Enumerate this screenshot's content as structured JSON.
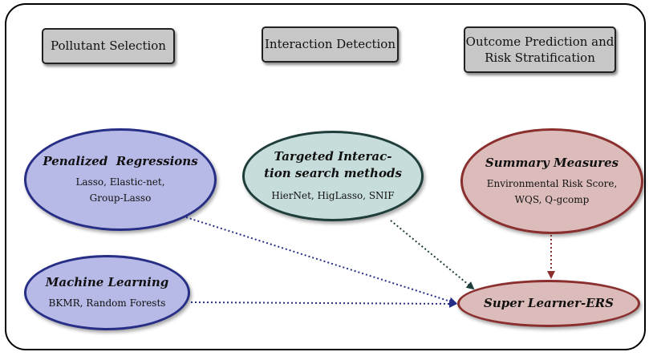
{
  "headers": {
    "pollutant_selection": "Pollutant Selection",
    "interaction_detection": "Interaction Detection",
    "outcome_line1": "Outcome Prediction and",
    "outcome_line2": "Risk Stratification"
  },
  "nodes": {
    "penalized": {
      "title": "Penalized  Regressions",
      "sub1": "Lasso, Elastic-net,",
      "sub2": "Group-Lasso"
    },
    "machine": {
      "title": "Machine Learning",
      "sub1": "BKMR, Random Forests"
    },
    "targeted": {
      "title1": "Targeted Interac-",
      "title2": "tion search methods",
      "sub1": "HierNet, HigLasso, SNIF"
    },
    "summary": {
      "title": "Summary Measures",
      "sub1": "Environmental Risk Score,",
      "sub2": "WQS, Q-gcomp"
    },
    "super": {
      "title": "Super Learner-ERS"
    }
  },
  "colors": {
    "blue_fill": "#b7b9e6",
    "blue_border": "#262e86",
    "teal_fill": "#c6dddb",
    "teal_border": "#1f3d3a",
    "rose_fill": "#dcbcba",
    "rose_border": "#8a2e2e",
    "header_fill": "#c7c7c7"
  }
}
